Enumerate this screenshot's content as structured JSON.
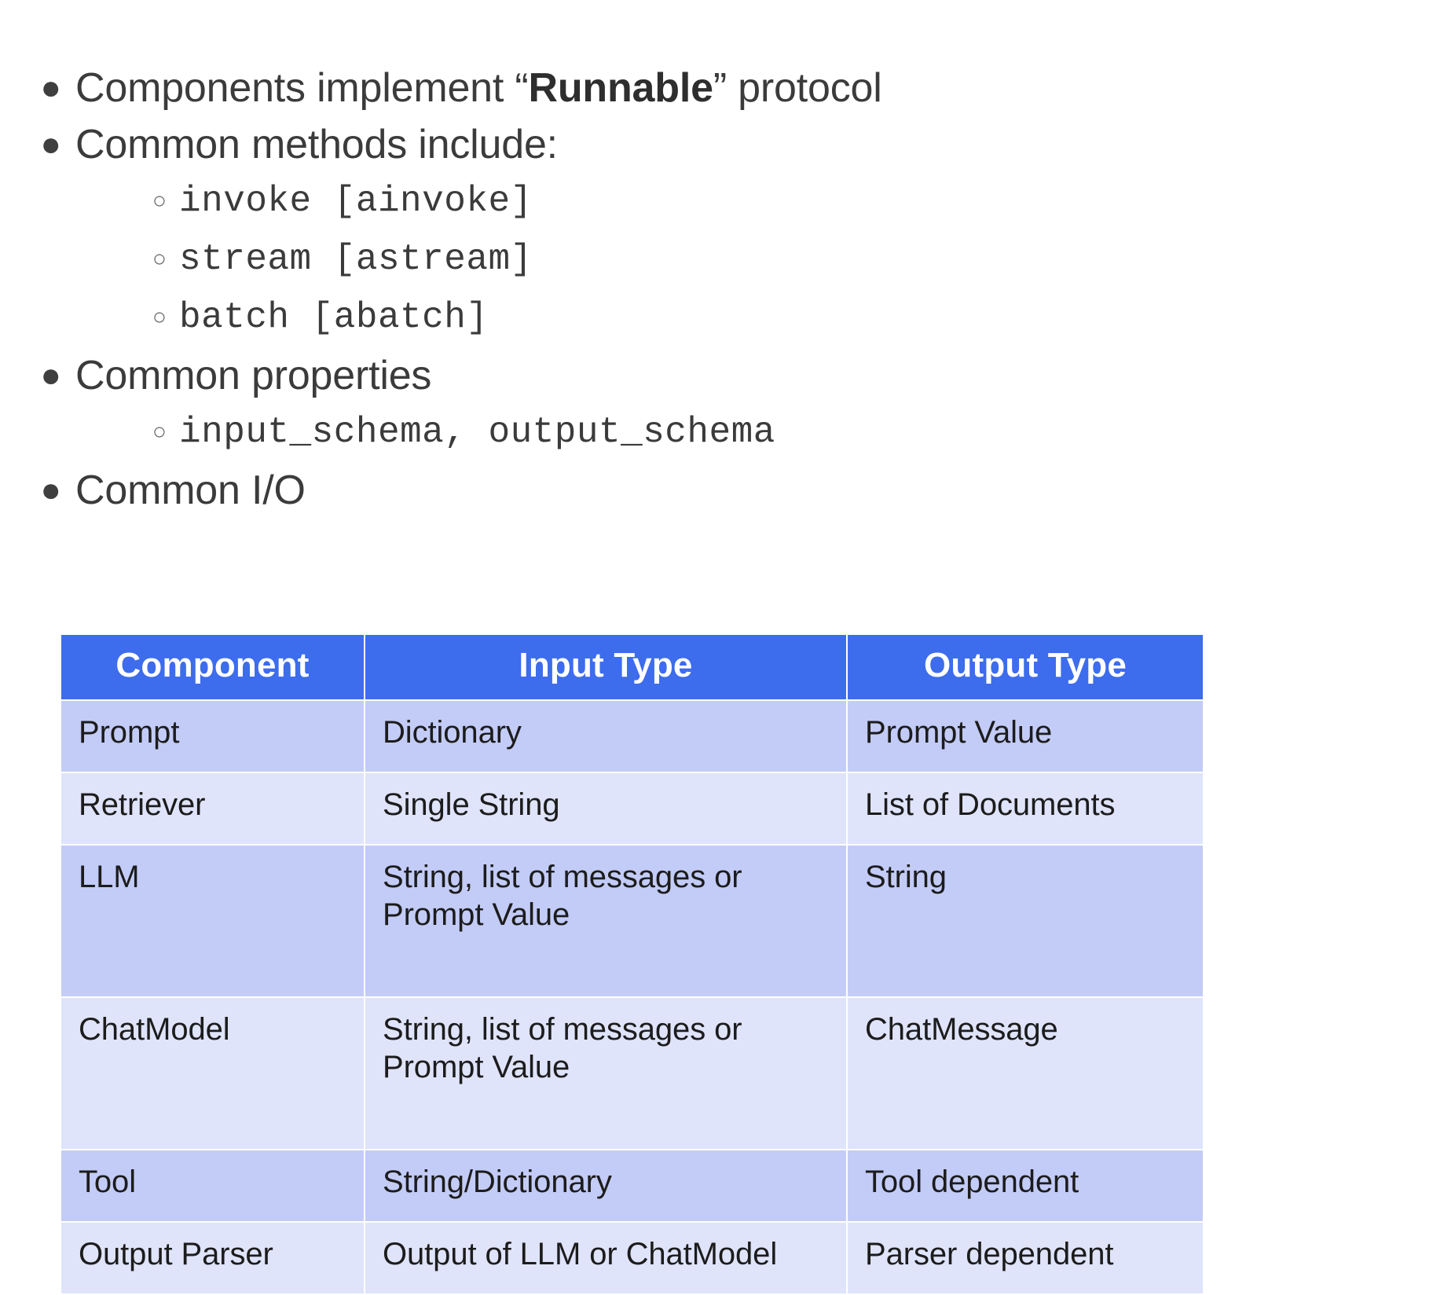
{
  "slide": {
    "bullets": [
      {
        "level": 1,
        "marker": "●",
        "prefix": "Components implement “",
        "bold": "Runnable",
        "suffix": "” protocol"
      },
      {
        "level": 1,
        "marker": "●",
        "text": "Common methods include:"
      },
      {
        "level": 2,
        "marker": "○",
        "code": "invoke [ainvoke]"
      },
      {
        "level": 2,
        "marker": "○",
        "code": "stream [astream]"
      },
      {
        "level": 2,
        "marker": "○",
        "code": "batch [abatch]"
      },
      {
        "level": 1,
        "marker": "●",
        "text": "Common properties"
      },
      {
        "level": 2,
        "marker": "○",
        "code": "input_schema, output_schema"
      },
      {
        "level": 1,
        "marker": "●",
        "text": "Common I/O"
      }
    ]
  },
  "chart_data": {
    "type": "table",
    "title": "Common I/O",
    "columns": [
      "Component",
      "Input Type",
      "Output Type"
    ],
    "rows": [
      [
        "Prompt",
        "Dictionary",
        "Prompt Value"
      ],
      [
        "Retriever",
        "Single String",
        "List of Documents"
      ],
      [
        "LLM",
        "String, list of messages or Prompt Value",
        "String"
      ],
      [
        "ChatModel",
        "String, list of messages or Prompt Value",
        "ChatMessage"
      ],
      [
        "Tool",
        "String/Dictionary",
        "Tool dependent"
      ],
      [
        "Output Parser",
        "Output of LLM or ChatModel",
        "Parser dependent"
      ]
    ],
    "header_background": "#3d6ced",
    "header_text_color": "#ffffff",
    "row_background_odd": "#c3ccf7",
    "row_background_even": "#dfe4fb"
  }
}
